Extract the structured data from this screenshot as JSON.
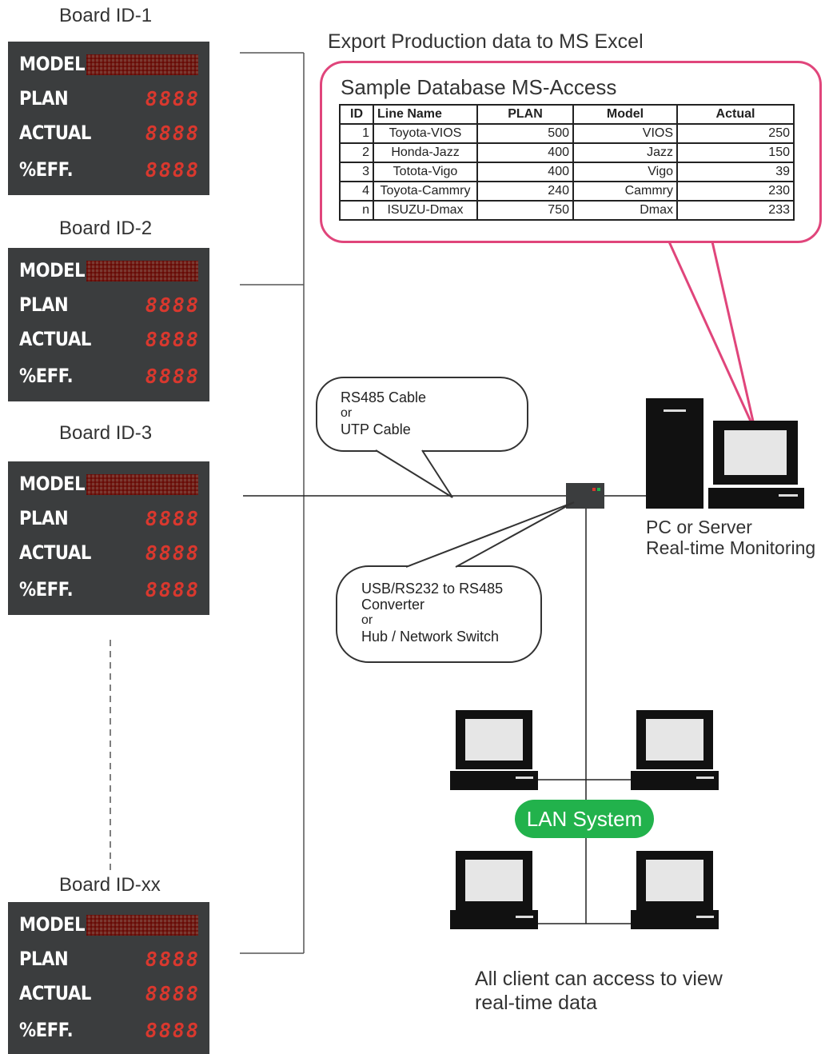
{
  "boards": [
    {
      "title": "Board ID-1"
    },
    {
      "title": "Board ID-2"
    },
    {
      "title": "Board ID-3"
    },
    {
      "title": "Board ID-xx"
    }
  ],
  "board_rows": {
    "model": "MODEL",
    "plan": "PLAN",
    "actual": "ACTUAL",
    "eff": "%EFF.",
    "digits": "8888"
  },
  "export_label": "Export Production data to MS Excel",
  "database": {
    "title": "Sample Database MS-Access",
    "columns": [
      "ID",
      "Line Name",
      "PLAN",
      "Model",
      "Actual"
    ],
    "rows": [
      {
        "id": "1",
        "line_name": "Toyota-VIOS",
        "plan": "500",
        "model": "VIOS",
        "actual": "250"
      },
      {
        "id": "2",
        "line_name": "Honda-Jazz",
        "plan": "400",
        "model": "Jazz",
        "actual": "150"
      },
      {
        "id": "3",
        "line_name": "Totota-Vigo",
        "plan": "400",
        "model": "Vigo",
        "actual": "39"
      },
      {
        "id": "4",
        "line_name": "Toyota-Cammry",
        "plan": "240",
        "model": "Cammry",
        "actual": "230"
      },
      {
        "id": "n",
        "line_name": "ISUZU-Dmax",
        "plan": "750",
        "model": "Dmax",
        "actual": "233"
      }
    ]
  },
  "cable_bubble": {
    "line1": "RS485 Cable",
    "line2": "or",
    "line3": "UTP Cable"
  },
  "converter_bubble": {
    "line1": "USB/RS232 to RS485",
    "line2": "Converter",
    "line3": "or",
    "line4": "Hub / Network Switch"
  },
  "pc_label": {
    "line1": "PC or Server",
    "line2": "Real-time Monitoring"
  },
  "lan_label": "LAN System",
  "client_label": {
    "line1": "All client can access to view",
    "line2": "real-time data"
  },
  "colors": {
    "board_bg": "#3b3d3e",
    "led_red": "#d9382e",
    "callout_border": "#e0457b",
    "lan_green": "#22b24c"
  },
  "icons": [
    "led-display-board",
    "server-tower-icon",
    "monitor-icon",
    "hub-icon",
    "client-computer-icon"
  ]
}
